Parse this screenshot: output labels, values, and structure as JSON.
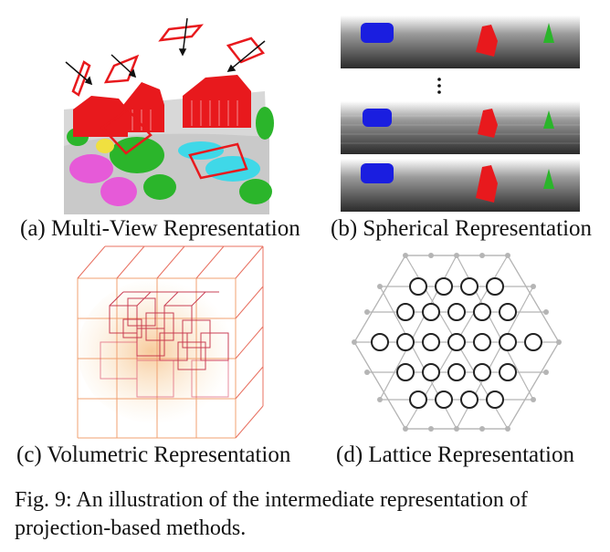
{
  "figure": {
    "panels": [
      {
        "id": "a",
        "caption": "(a) Multi-View Representation"
      },
      {
        "id": "b",
        "caption": "(b) Spherical Representation"
      },
      {
        "id": "c",
        "caption": "(c) Volumetric Representation"
      },
      {
        "id": "d",
        "caption": "(d) Lattice Representation"
      }
    ],
    "caption": "Fig. 9: An illustration of the intermediate representation of projection-based methods."
  },
  "colors": {
    "red": "#e8191d",
    "blue": "#1a1ee0",
    "green": "#2bb52b",
    "cyan": "#3fd8e8",
    "magenta": "#e65ad8",
    "lattice_gray": "#b5b5b5",
    "lattice_node": "#222222"
  }
}
